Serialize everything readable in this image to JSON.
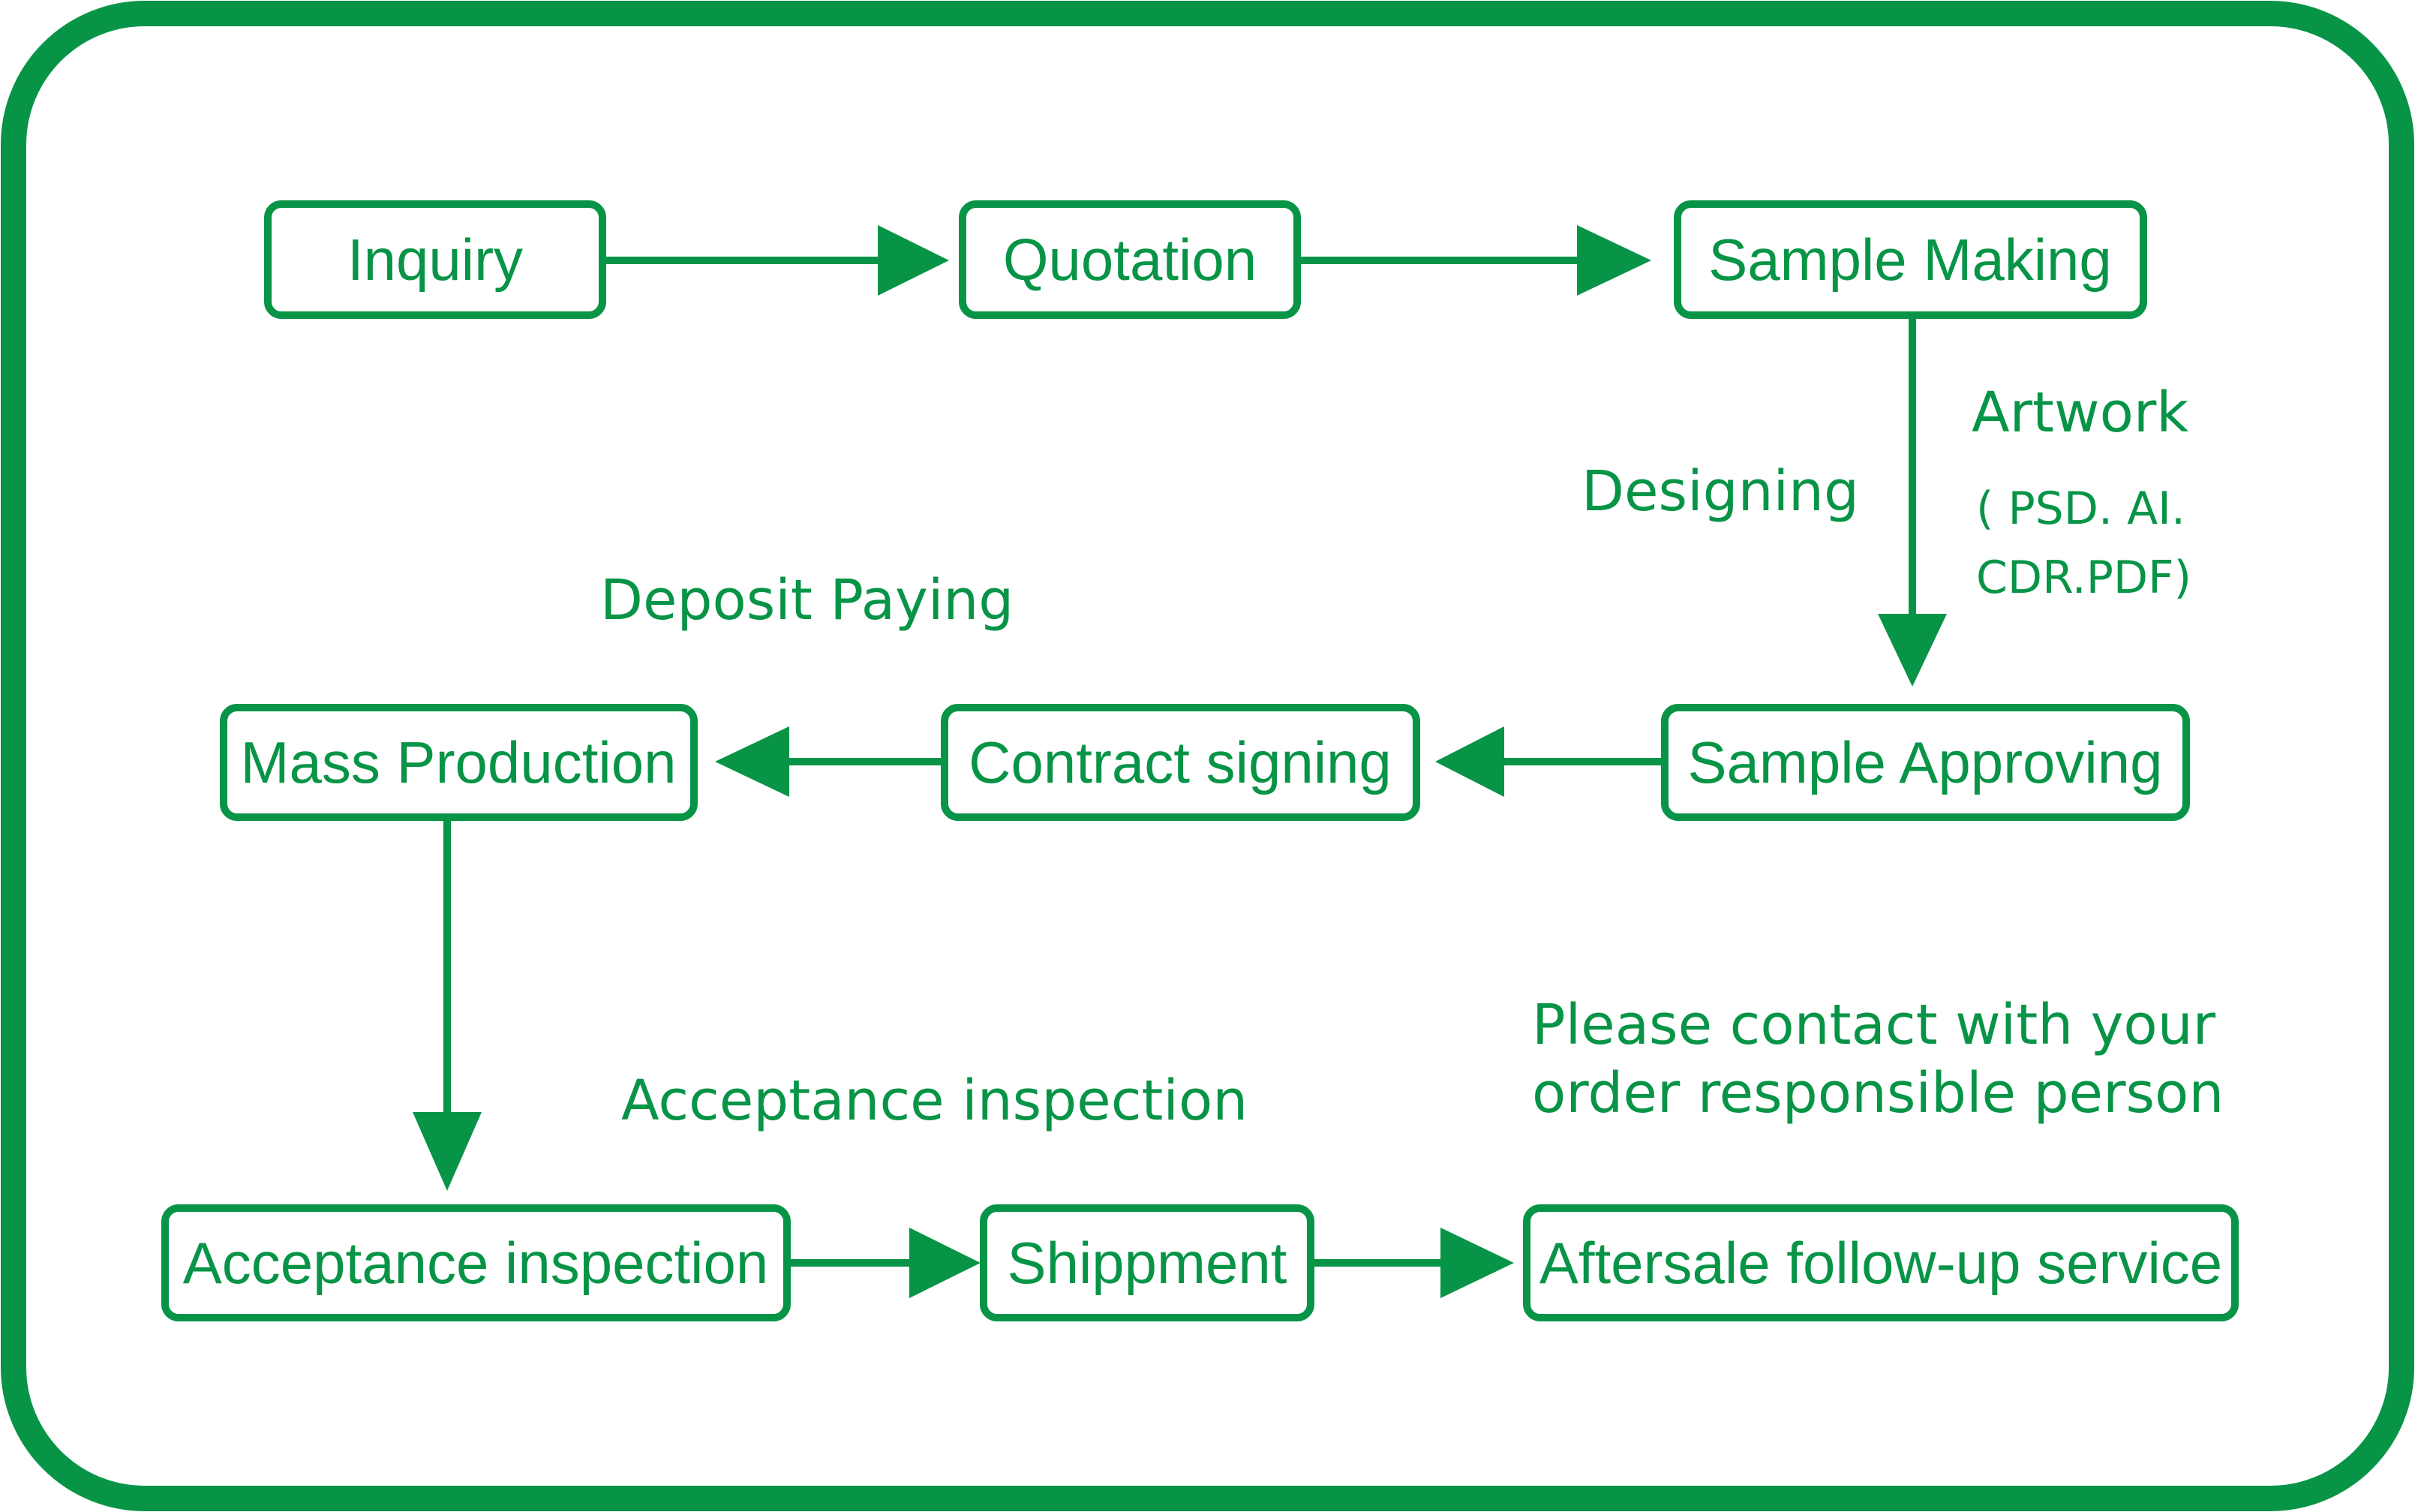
{
  "colors": {
    "accent": "#089447",
    "background": "#ffffff"
  },
  "nodes": {
    "inquiry": "Inquiry",
    "quotation": "Quotation",
    "sample_making": "Sample Making",
    "sample_approving": "Sample Approving",
    "contract_signing": "Contract signing",
    "mass_production": "Mass Production",
    "acceptance_inspection": "Acceptance inspection",
    "shippment": "Shippment",
    "aftersale": "Aftersale follow-up service"
  },
  "notes": {
    "artwork": "Artwork",
    "artwork_formats_line1": "( PSD. AI.",
    "artwork_formats_line2": "CDR.PDF)",
    "designing": "Designing",
    "deposit_paying": "Deposit Paying",
    "acceptance_inspection": "Acceptance inspection",
    "contact_line1": "Please contact with your",
    "contact_line2": "order responsible person"
  }
}
